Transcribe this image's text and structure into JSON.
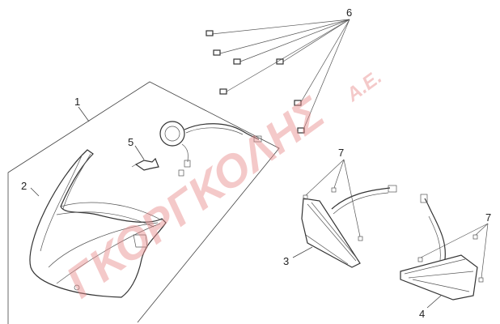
{
  "diagram": {
    "watermark": "ΓΚΟΡΓΚΟΛΗΣ",
    "watermark_suffix": "Α.Ε.",
    "callouts": {
      "headlight_assembly": "1",
      "headlight_lens": "2",
      "turn_signal_right": "3",
      "turn_signal_left": "4",
      "bulb": "5",
      "screws_headlight": "6",
      "screws_signal_right": "7",
      "screws_signal_left": "7"
    }
  }
}
